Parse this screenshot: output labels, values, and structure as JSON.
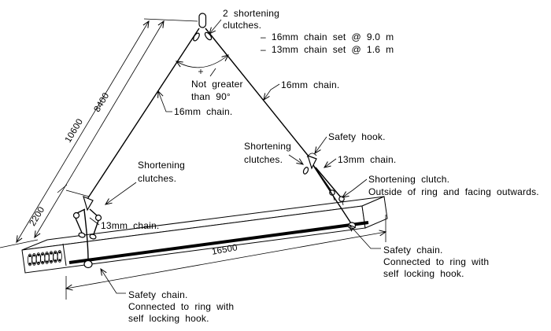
{
  "drawing": {
    "apex_label": {
      "l1": "2 shortening",
      "l2": "clutches."
    },
    "chain_sets": {
      "l1": "– 16mm chain set @ 9.0 m",
      "l2": "– 13mm chain set @ 1.6 m"
    },
    "angle_note": {
      "l1": "Not greater",
      "l2": "than 90°"
    },
    "main_chain_left": "16mm chain.",
    "main_chain_right": "16mm chain.",
    "shortening_left": {
      "l1": "Shortening",
      "l2": "clutches."
    },
    "chain13_left": "13mm chain.",
    "shortening_right": {
      "l1": "Shortening",
      "l2": "clutches."
    },
    "safety_hook": "Safety hook.",
    "chain13_right": "13mm chain.",
    "shortening_clutch_note": {
      "l1": "Shortening clutch.",
      "l2": "Outside of ring and facing outwards."
    },
    "safety_chain_right": {
      "l1": "Safety chain.",
      "l2": "Connected to ring with",
      "l3": "self locking hook."
    },
    "safety_chain_bottom": {
      "l1": "Safety chain.",
      "l2": "Connected to ring with",
      "l3": "self locking hook."
    },
    "dims": {
      "h_total": "10600",
      "h_upper": "8400",
      "h_lower": "2200",
      "length": "16500"
    }
  },
  "colors": {
    "line": "#000000",
    "background": "#ffffff"
  }
}
